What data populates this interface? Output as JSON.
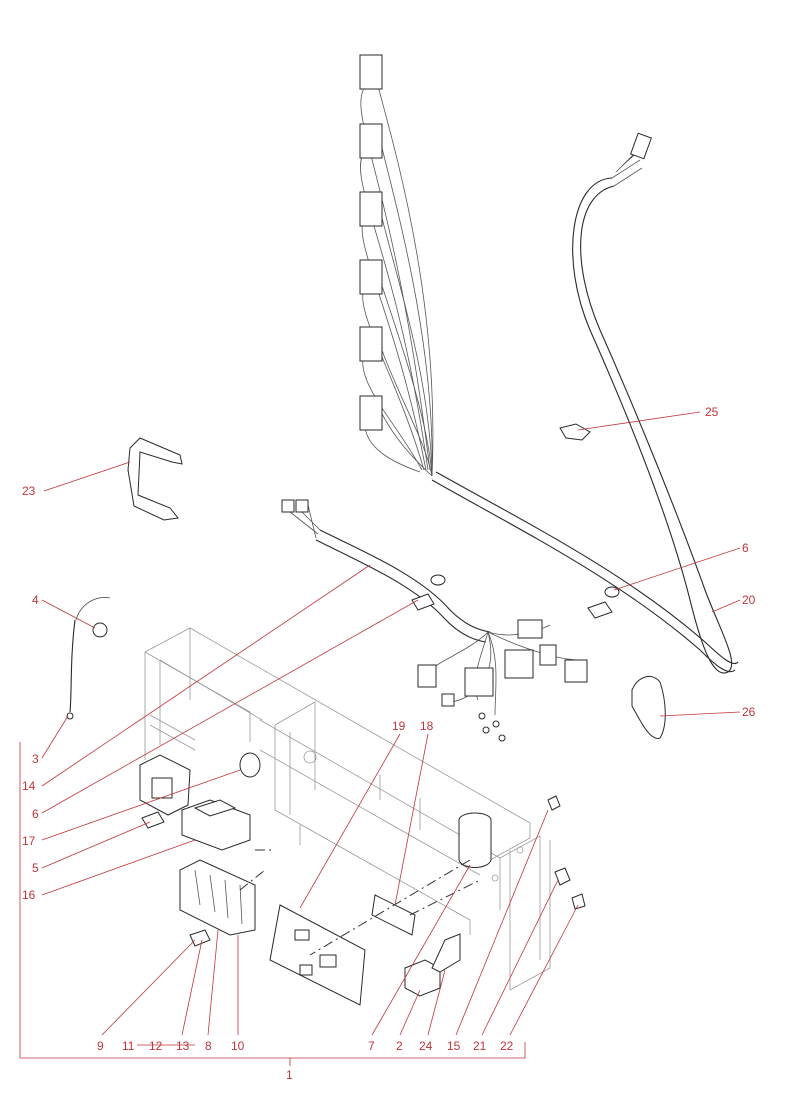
{
  "accent_color": "#c0353a",
  "callouts": {
    "c1": "1",
    "c2": "2",
    "c3": "3",
    "c4": "4",
    "c5": "5",
    "c6a": "6",
    "c6b": "6",
    "c7": "7",
    "c8": "8",
    "c9": "9",
    "c10": "10",
    "c11": "11",
    "c12": "12",
    "c13": "13",
    "c14": "14",
    "c15": "15",
    "c16": "16",
    "c17": "17",
    "c18": "18",
    "c19": "19",
    "c20": "20",
    "c21": "21",
    "c22": "22",
    "c23": "23",
    "c24": "24",
    "c25": "25",
    "c26": "26"
  }
}
